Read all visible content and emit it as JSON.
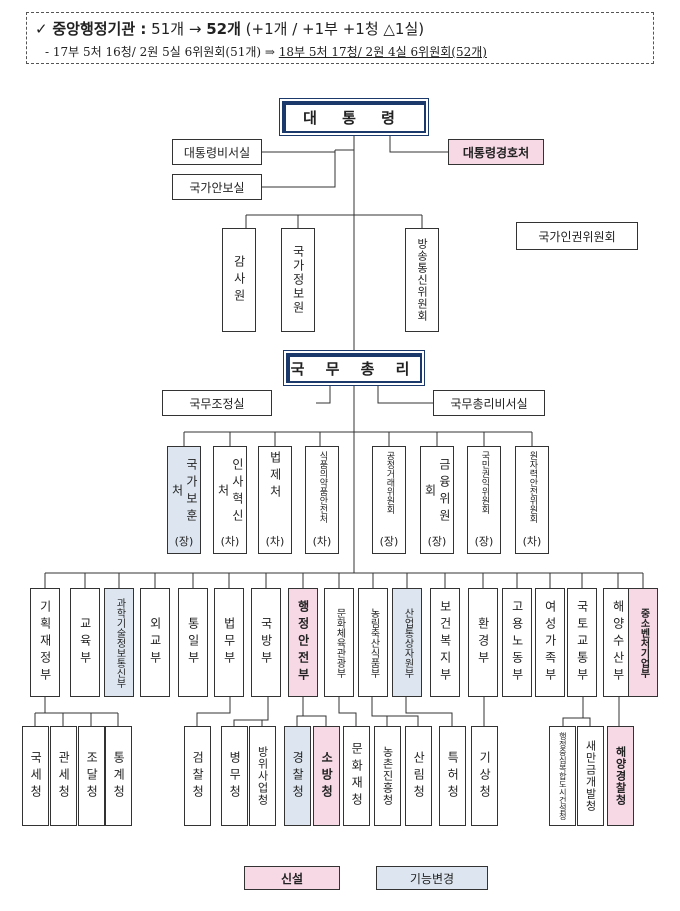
{
  "header": {
    "line1_mark": "✓",
    "line1_title": "중앙행정기관 :",
    "line1_from": "51개",
    "line1_arrow": "→",
    "line1_to": "52개",
    "line1_changes": "(+1개 / +1부 +1청 △1실)",
    "line2_prefix": "- 17부 5처 16청/ 2원 5실 6위원회(51개)",
    "line2_arrow": "⇒",
    "line2_new": "18부 5처 17청/ 2원 4실 6위원회(52개)"
  },
  "org": {
    "president": "대 통 령",
    "president_secretariat": "대통령비서실",
    "national_security": "국가안보실",
    "presidential_security": "대통령경호처",
    "human_rights": "국가인권위원회",
    "audit": "감사원",
    "intelligence": "국가정보원",
    "broadcasting": "방송통신위원회",
    "pm": "국 무 총 리",
    "policy_coordination": "국무조정실",
    "pm_secretariat": "국무총리비서실",
    "agencies_pm": [
      "국가보훈처",
      "인사혁신처",
      "법제처",
      "식품의약품안전처",
      "공정거래위원회",
      "금융위원회",
      "국민권익위원회",
      "원자력안전위원회"
    ],
    "agencies_pm_rank": [
      "(장)",
      "(차)",
      "(차)",
      "(차)",
      "(장)",
      "(장)",
      "(장)",
      "(차)"
    ],
    "ministries": [
      "기획재정부",
      "교육부",
      "과학기술정보통신부",
      "외교부",
      "통일부",
      "법무부",
      "국방부",
      "행정안전부",
      "문화체육관광부",
      "농림축산식품부",
      "산업통상자원부",
      "보건복지부",
      "환경부",
      "고용노동부",
      "여성가족부",
      "국토교통부",
      "해양수산부",
      "중소벤처기업부"
    ],
    "offices": [
      "국세청",
      "관세청",
      "조달청",
      "통계청",
      "검찰청",
      "병무청",
      "방위사업청",
      "경찰청",
      "소방청",
      "문화재청",
      "농촌진흥청",
      "산림청",
      "특허청",
      "기상청",
      "행정중심복합도시건설청",
      "새만금개발청",
      "해양경찰청"
    ]
  },
  "legend": {
    "new_label": "신설",
    "changed_label": "기능변경",
    "new_color": "#f7d9e6",
    "changed_color": "#dde6f0"
  }
}
